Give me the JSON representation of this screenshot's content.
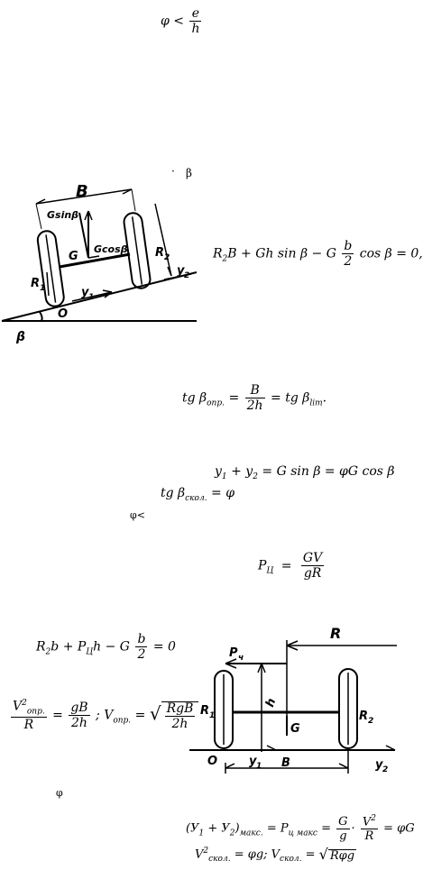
{
  "f1": {
    "lhs": "φ <",
    "num": "e",
    "den": "h"
  },
  "beta_note": "β",
  "fig1": {
    "B": "B",
    "Gsin": "Gsinβ",
    "Gcos": "Gcosβ",
    "G": "G",
    "R1": "R",
    "R2": "R",
    "y1": "y",
    "y2": "y",
    "O": "O",
    "beta": "β",
    "i1": "1",
    "i2": "2"
  },
  "f2": {
    "a": "R",
    "a_sub": "2",
    "b": "B + Gh sin β − G",
    "num": "b",
    "den": "2",
    "c": "cos β = 0,"
  },
  "f3": {
    "a": "tg β",
    "a_sub": "опр.",
    "eq": "=",
    "num": "B",
    "den": "2h",
    "b": "= tg β",
    "b_sub": "lim",
    "end": "."
  },
  "f4": {
    "a": "y",
    "s1": "1",
    "b": " + y",
    "s2": "2",
    "c": " = G sin  β = φG cos β"
  },
  "f5": {
    "a": "tg β",
    "sub": "скол.",
    "b": " = φ"
  },
  "phi_lt": "φ<",
  "f6": {
    "a": "P",
    "sub": "Ц",
    "eq": "=",
    "num": "GV",
    "den": "gR"
  },
  "f7": {
    "a": "R",
    "s": "2",
    "b": "b + P",
    "s2": "Ц",
    "c": "h − G",
    "num": "b",
    "den": "2",
    "d": "= 0"
  },
  "f8": {
    "num1": "V",
    "num1_sup": "2",
    "num1_sub": "опр.",
    "den1": "R",
    "eq": "=",
    "num2": "gB",
    "den2": "2h",
    "sep": "; V",
    "sep_sub": "опр.",
    "eq2": "=",
    "rad_num": "RgB",
    "rad_den": "2h"
  },
  "phi_small": "φ",
  "fig2": {
    "R": "R",
    "P": "P",
    "P_sub": "ч",
    "h": "h",
    "G": "G",
    "R1": "R",
    "R2": "R",
    "O": "O",
    "y1": "y",
    "y2": "y",
    "B": "B",
    "i1": "1",
    "i2": "2"
  },
  "f9": {
    "a": "(У",
    "s1": "1",
    "b": " + У",
    "s2": "2",
    "c": ")",
    "c_sub": "макс.",
    "d": " = P",
    "d_sub": "ц макс",
    "e": " = ",
    "num1": "G",
    "den1": "g",
    "dot": "·",
    "num2": "V",
    "num2_sup": "2",
    "den2": "R",
    "f": " = φG"
  },
  "f10": {
    "a": "V",
    "a_sup": "2",
    "a_sub": "скол.",
    "b": " = φg; V",
    "b_sub": "скол.",
    "c": " = ",
    "rad": "Rφg"
  }
}
